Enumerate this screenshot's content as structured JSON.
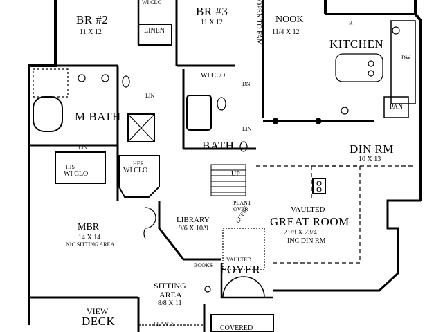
{
  "rooms": {
    "br2": {
      "name": "BR #2",
      "dims": "11 X 12"
    },
    "br3": {
      "name": "BR #3",
      "dims": "11 X 12"
    },
    "nook": {
      "name": "NOOK",
      "dims": "11/4 X 12"
    },
    "kitchen": {
      "name": "KITCHEN"
    },
    "m_bath": {
      "name": "M BATH"
    },
    "bath": {
      "name": "BATH"
    },
    "din_rm": {
      "name": "DIN RM",
      "dims": "10 X 13"
    },
    "library": {
      "name": "LIBRARY",
      "dims": "9/6 X 10/9"
    },
    "mbr": {
      "name": "MBR",
      "dims": "14 X 14",
      "note": "NIC SITTING AREA"
    },
    "great_room": {
      "name": "GREAT ROOM",
      "prefix": "VAULTED",
      "dims": "21/8 X 23/4",
      "note": "INC DIN RM"
    },
    "foyer": {
      "name": "FOYER",
      "prefix": "VAULTED"
    },
    "sitting_area": {
      "name": "SITTING",
      "name2": "AREA",
      "dims": "8/8 X 11"
    },
    "view_deck": {
      "name": "VIEW",
      "name2": "DECK"
    },
    "covered": {
      "name": "COVERED"
    }
  },
  "labels": {
    "wi_clo_top": "WI CLO",
    "linen": "LINEN",
    "wi_clo": "WI CLO",
    "dn": "DN",
    "lin1": "LIN",
    "lin2": "LIN",
    "lin3": "LIN",
    "his": "HIS",
    "his_clo": "WI CLO",
    "her": "HER",
    "her_clo": "WI CLO",
    "up": "UP",
    "plant1": "PLANT",
    "plant2": "OVER",
    "guest": "GUEST",
    "books": "BOOKS",
    "plants": "PLANTS",
    "r": "R",
    "dw": "DW",
    "pan": "PAN",
    "open_to_fam": "OPEN TO FAM"
  }
}
